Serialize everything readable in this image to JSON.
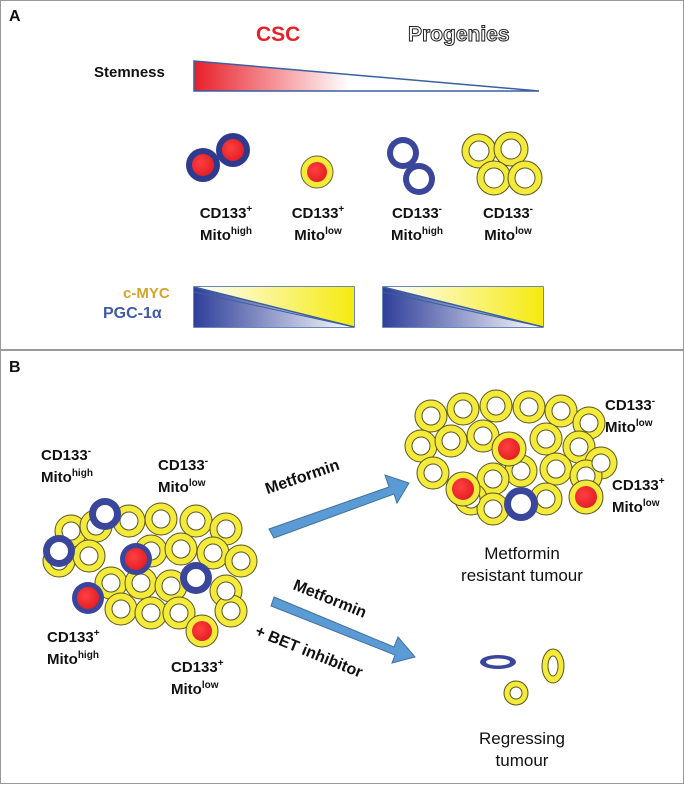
{
  "panelA": {
    "label": "A",
    "csc_title": "CSC",
    "progenies_title": "Progenies",
    "stemness_label": "Stemness",
    "populations": [
      {
        "marker": "CD133",
        "marker_sign": "+",
        "mito": "Mito",
        "mito_level": "high"
      },
      {
        "marker": "CD133",
        "marker_sign": "+",
        "mito": "Mito",
        "mito_level": "low"
      },
      {
        "marker": "CD133",
        "marker_sign": "-",
        "mito": "Mito",
        "mito_level": "high"
      },
      {
        "marker": "CD133",
        "marker_sign": "-",
        "mito": "Mito",
        "mito_level": "low"
      }
    ],
    "cmyc_label": "c-MYC",
    "pgc_label": "PGC-1α"
  },
  "panelB": {
    "label": "B",
    "tl_marker": "CD133",
    "tl_sign": "-",
    "tl_mito": "Mito",
    "tl_level": "high",
    "tm_marker": "CD133",
    "tm_sign": "-",
    "tm_mito": "Mito",
    "tm_level": "low",
    "bl_marker": "CD133",
    "bl_sign": "+",
    "bl_mito": "Mito",
    "bl_level": "high",
    "bm_marker": "CD133",
    "bm_sign": "+",
    "bm_mito": "Mito",
    "bm_level": "low",
    "arrow1_label": "Metformin",
    "arrow2_label1": "Metformin",
    "arrow2_label2": "+ BET inhibitor",
    "rt_marker": "CD133",
    "rt_sign": "-",
    "rt_mito": "Mito",
    "rt_level": "low",
    "rb_marker": "CD133",
    "rb_sign": "+",
    "rb_mito": "Mito",
    "rb_level": "low",
    "resistant_line1": "Metformin",
    "resistant_line2": "resistant tumour",
    "regressing_line1": "Regressing",
    "regressing_line2": "tumour"
  },
  "colors": {
    "csc_red": "#e8202a",
    "nucleus_red": "#ed1c24",
    "mito_high_blue": "#3b4aa0",
    "mito_low_yellow": "#f3ea3a",
    "pgc_blue": "#3f5aa8",
    "cmyc_gold": "#d3a52a",
    "arrow_blue": "#5b9bd5"
  }
}
